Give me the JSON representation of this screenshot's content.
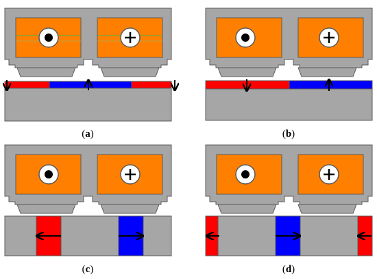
{
  "panels": [
    {
      "id": "a",
      "caption_open": "(",
      "caption_letter": "a",
      "caption_close": ")",
      "coil_left_symbol": "dot",
      "coil_right_symbol": "plus",
      "base": "thin_strip",
      "strip_segments": [
        "red",
        "blue",
        "red"
      ],
      "arrows": [
        "down",
        "up",
        "down"
      ],
      "coil_lines": true
    },
    {
      "id": "b",
      "caption_open": "(",
      "caption_letter": "b",
      "caption_close": ")",
      "coil_left_symbol": "dot",
      "coil_right_symbol": "plus",
      "base": "thin_strip",
      "strip_segments": [
        "red",
        "blue"
      ],
      "arrows": [
        "down",
        "up"
      ],
      "coil_lines": false
    },
    {
      "id": "c",
      "caption_open": "(",
      "caption_letter": "c",
      "caption_close": ")",
      "coil_left_symbol": "dot",
      "coil_right_symbol": "plus",
      "base": "block_vertical",
      "block_segments": [
        "red",
        "blue"
      ],
      "arrows": [
        "left",
        "right"
      ],
      "coil_lines": false
    },
    {
      "id": "d",
      "caption_open": "(",
      "caption_letter": "d",
      "caption_close": ")",
      "coil_left_symbol": "dot",
      "coil_right_symbol": "plus",
      "base": "block_vertical",
      "block_segments": [
        "red",
        "blue",
        "red"
      ],
      "arrows": [
        "left",
        "right",
        "left"
      ],
      "coil_lines": false
    }
  ],
  "colors": {
    "core": "#a6a6a6",
    "coil": "#ff8000",
    "red": "#ff0000",
    "blue": "#0000ff",
    "outline": "#595959"
  }
}
